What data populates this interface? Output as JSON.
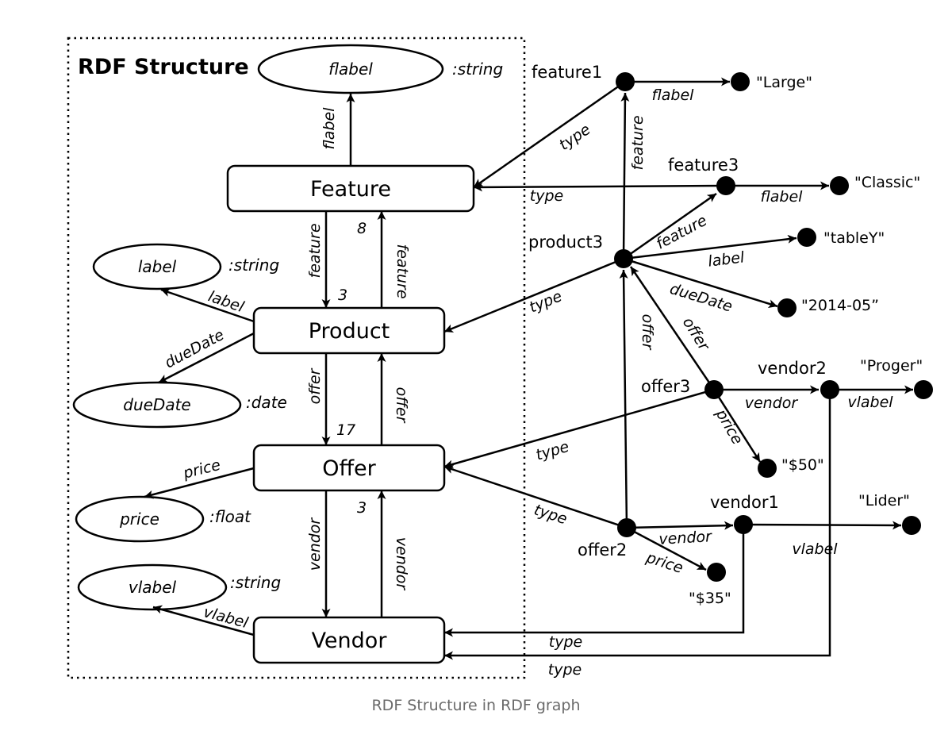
{
  "caption": "RDF Structure in RDF graph",
  "schema": {
    "title": "RDF Structure",
    "classes": {
      "feature": "Feature",
      "product": "Product",
      "offer": "Offer",
      "vendor": "Vendor"
    },
    "literals": {
      "flabel": "flabel",
      "label": "label",
      "dueDate": "dueDate",
      "price": "price",
      "vlabel": "vlabel"
    },
    "datatypes": {
      "flabel": ":string",
      "label": ":string",
      "dueDate": ":date",
      "price": ":float",
      "vlabel": ":string"
    },
    "edges": {
      "flabel": "flabel",
      "label": "label",
      "dueDate": "dueDate",
      "price": "price",
      "vlabel": "vlabel",
      "feature_down": "feature",
      "feature_up": "feature",
      "offer_down": "offer",
      "offer_up": "offer",
      "vendor_down": "vendor",
      "vendor_up": "vendor"
    },
    "cardinalities": {
      "feature_8": "8",
      "feature_3": "3",
      "offer_17": "17",
      "vendor_3": "3"
    }
  },
  "instances": {
    "nodes": {
      "feature1": "feature1",
      "feature3": "feature3",
      "product3": "product3",
      "offer3": "offer3",
      "offer2": "offer2",
      "vendor2": "vendor2",
      "vendor1": "vendor1"
    },
    "values": {
      "large": "\"Large\"",
      "classic": "\"Classic\"",
      "tableY": "\"tableY\"",
      "date": "\"2014-05”",
      "proger": "\"Proger\"",
      "p50": "\"$50\"",
      "lider": "\"Lider\"",
      "p35": "\"$35\""
    },
    "edges": {
      "f1_flabel": "flabel",
      "f1_type": "type",
      "f3_type": "type",
      "f3_flabel": "flabel",
      "p3_feature_f1": "feature",
      "p3_feature_f3": "feature",
      "p3_label": "label",
      "p3_dueDate": "dueDate",
      "p3_type": "type",
      "o2_offer": "offer",
      "o3_offer": "offer",
      "o3_vendor": "vendor",
      "o3_price": "price",
      "o3_type": "type",
      "v2_vlabel": "vlabel",
      "o2_type": "type",
      "o2_vendor": "vendor",
      "o2_price": "price",
      "v1_vlabel": "vlabel",
      "v1_type": "type",
      "v2_type": "type"
    }
  }
}
